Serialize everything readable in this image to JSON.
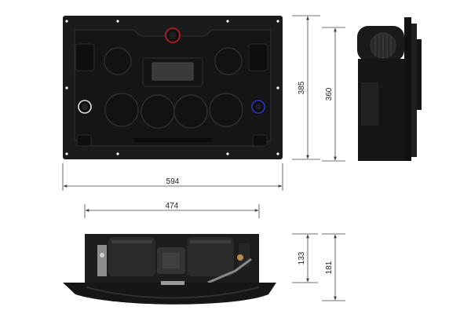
{
  "drawing": {
    "front_view": {
      "knobs": {
        "left_ring_color": "#e0e0e0",
        "top_ring_color": "#c0202a",
        "right_ring_color": "#2a35c8"
      }
    },
    "dimensions": {
      "overall_width": "594",
      "inner_width": "474",
      "overall_height": "385",
      "inner_height": "360",
      "depth_front": "133",
      "depth_total": "181"
    }
  },
  "colors": {
    "panel": "#1b1b1b",
    "panel_dark": "#0e0e0e",
    "panel_edge": "#333333",
    "dimension_line": "#444444"
  }
}
